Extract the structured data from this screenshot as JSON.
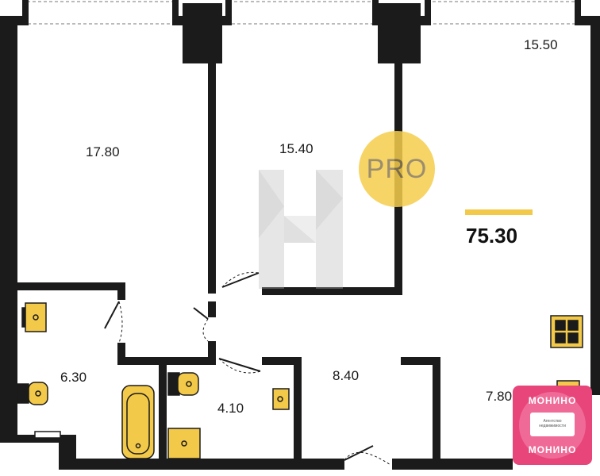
{
  "plan": {
    "total_area": "75.30",
    "rooms": [
      {
        "id": "bedroom-left",
        "area": "17.80"
      },
      {
        "id": "bedroom-middle",
        "area": "15.40"
      },
      {
        "id": "living-right",
        "area": "15.50"
      },
      {
        "id": "bathroom",
        "area": "6.30"
      },
      {
        "id": "wc",
        "area": "4.10"
      },
      {
        "id": "hall",
        "area": "8.40"
      },
      {
        "id": "kitchen",
        "area": "7.80"
      }
    ]
  },
  "watermark": {
    "badge_text": "PRO",
    "badge_color": "#f6cd4c"
  },
  "stamp": {
    "brand_top": "МОНИНО",
    "brand_bottom": "МОНИНО",
    "small_text": "Агентство недвижимости",
    "color": "#e8457a"
  },
  "colors": {
    "wall": "#1b1b1b",
    "fixture": "#f3c94a",
    "accent": "#f3c94a"
  }
}
